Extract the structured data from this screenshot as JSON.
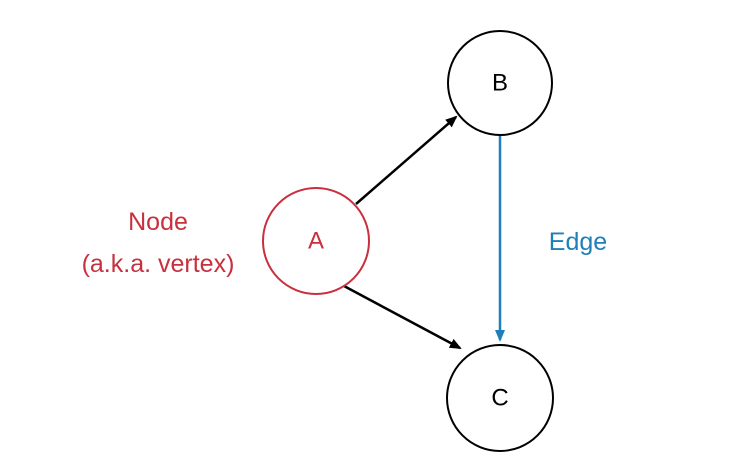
{
  "colors": {
    "highlight": "#c8303e",
    "edge_highlight": "#1f7fb8",
    "default": "#000000",
    "background": "#ffffff"
  },
  "nodes": [
    {
      "id": "A",
      "label": "A",
      "highlighted": true
    },
    {
      "id": "B",
      "label": "B",
      "highlighted": false
    },
    {
      "id": "C",
      "label": "C",
      "highlighted": false
    }
  ],
  "edges": [
    {
      "from": "A",
      "to": "B",
      "directed": true,
      "highlighted": false
    },
    {
      "from": "A",
      "to": "C",
      "directed": true,
      "highlighted": false
    },
    {
      "from": "B",
      "to": "C",
      "directed": true,
      "highlighted": true
    }
  ],
  "annotations": {
    "node_label_line1": "Node",
    "node_label_line2": "(a.k.a. vertex)",
    "edge_label": "Edge"
  }
}
